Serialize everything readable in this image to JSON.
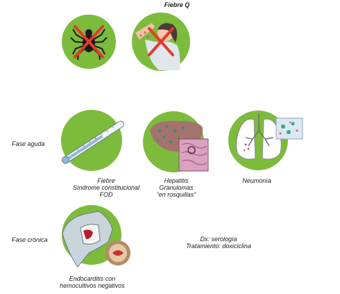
{
  "title": "Fiebre Q",
  "phases": {
    "acute": "Fase aguda",
    "chronic": "Fase crónica"
  },
  "panels": {
    "fever": {
      "lines": [
        "Fiebre",
        "Síndrome constitucional",
        "FOD"
      ]
    },
    "hepatitis": {
      "lines": [
        "Hepatitis",
        "Granulomas",
        "“en rosquillas”"
      ]
    },
    "pneumonia": {
      "lines": [
        "Neumonía"
      ]
    },
    "endocarditis": {
      "lines": [
        "Endocarditis con",
        "hemocultivos negativos"
      ]
    }
  },
  "management": {
    "dx": "Dx: serología",
    "treatment": "Tratamiento: doxiciclina"
  },
  "colors": {
    "circle_green": "#7dbb3d",
    "cross_red": "#e53a2a",
    "tick_black": "#1b1b1b",
    "liver": "#a5736e",
    "lung_blue": "#c9d8e4"
  }
}
